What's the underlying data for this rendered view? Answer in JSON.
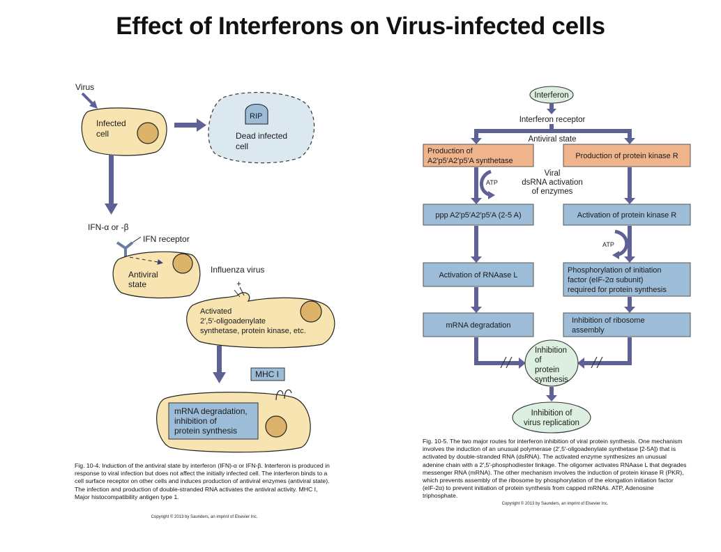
{
  "title": "Effect of Interferons on Virus-infected cells",
  "fig4": {
    "virus": "Virus",
    "infected_cell_l1": "Infected",
    "infected_cell_l2": "cell",
    "rip": "RIP",
    "dead_cell_l1": "Dead infected",
    "dead_cell_l2": "cell",
    "ifn_label": "IFN-α or -β",
    "ifn_receptor": "IFN receptor",
    "antiviral_l1": "Antiviral",
    "antiviral_l2": "state",
    "influenza": "Influenza virus",
    "plus": "+",
    "activated_l1": "Activated",
    "activated_l2": "2′,5′-oligoadenylate",
    "activated_l3": "synthetase, protein kinase, etc.",
    "mhc": "MHC I",
    "box_l1": "mRNA degradation,",
    "box_l2": "inhibition of",
    "box_l3": "protein synthesis",
    "caption": "Fig. 10-4. Induction of the antiviral state by interferon (IFN)-α or IFN-β. Interferon is produced in response to viral infection but does not affect the initially infected cell. The interferon binds to a cell surface receptor on other cells and induces production of antiviral enzymes (antiviral state). The infection and production of double-stranded RNA activates the antiviral activity. MHC I, Major histocompatibility antigen type 1.",
    "copyright": "Copyright © 2013 by Saunders, an imprint of Elsevier Inc."
  },
  "fig5": {
    "interferon": "Interferon",
    "receptor": "Interferon receptor",
    "antiviral_state": "Antiviral state",
    "prod_25a_l1": "Production of",
    "prod_25a_l2": "A2′p5′A2′p5′A synthetase",
    "prod_pkr": "Production of protein kinase R",
    "viral_l1": "Viral",
    "viral_l2": "dsRNA activation",
    "viral_l3": "of enzymes",
    "atp": "ATP",
    "ppp": "ppp A2′p5′A2′p5′A (2-5 A)",
    "act_pkr": "Activation of protein kinase R",
    "act_rnase": "Activation of RNAase L",
    "phos_l1": "Phosphorylation of initiation",
    "phos_l2": "factor (eIF-2α subunit)",
    "phos_l3": "required for protein synthesis",
    "mrna_deg": "mRNA degradation",
    "inhib_ribo_l1": "Inhibition of ribosome",
    "inhib_ribo_l2": "assembly",
    "inhib_prot_l1": "Inhibition",
    "inhib_prot_l2": "of",
    "inhib_prot_l3": "protein",
    "inhib_prot_l4": "synthesis",
    "inhib_rep_l1": "Inhibition of",
    "inhib_rep_l2": "virus replication",
    "caption": "Fig. 10-5. The two major routes for interferon inhibition of viral protein synthesis. One mechanism involves the induction of an unusual polymerase (2′,5′-oligoadenylate synthetase [2-5A]) that is activated by double-stranded RNA (dsRNA). The activated enzyme synthesizes an unusual adenine chain with a 2′,5′-phosphodiester linkage. The oligomer activates RNAase L that degrades messenger RNA (mRNA). The other mechanism involves the induction of protein kinase R (PKR), which prevents assembly of the ribosome by phosphorylation of the elongation initiation factor (eIF-2α) to prevent initiation of protein synthesis from capped mRNAs. ATP, Adenosine triphosphate.",
    "copyright": "Copyright © 2013 by Saunders, an imprint of Elsevier Inc."
  },
  "colors": {
    "cell_fill": "#f8e4b0",
    "nucleus_fill": "#ddb36a",
    "dead_cell_fill": "#dce8f0",
    "box_blue": "#9dbcd8",
    "box_orange": "#f0b48c",
    "ellipse_green": "#dcefe0",
    "arrow_fill": "#5d6196"
  }
}
